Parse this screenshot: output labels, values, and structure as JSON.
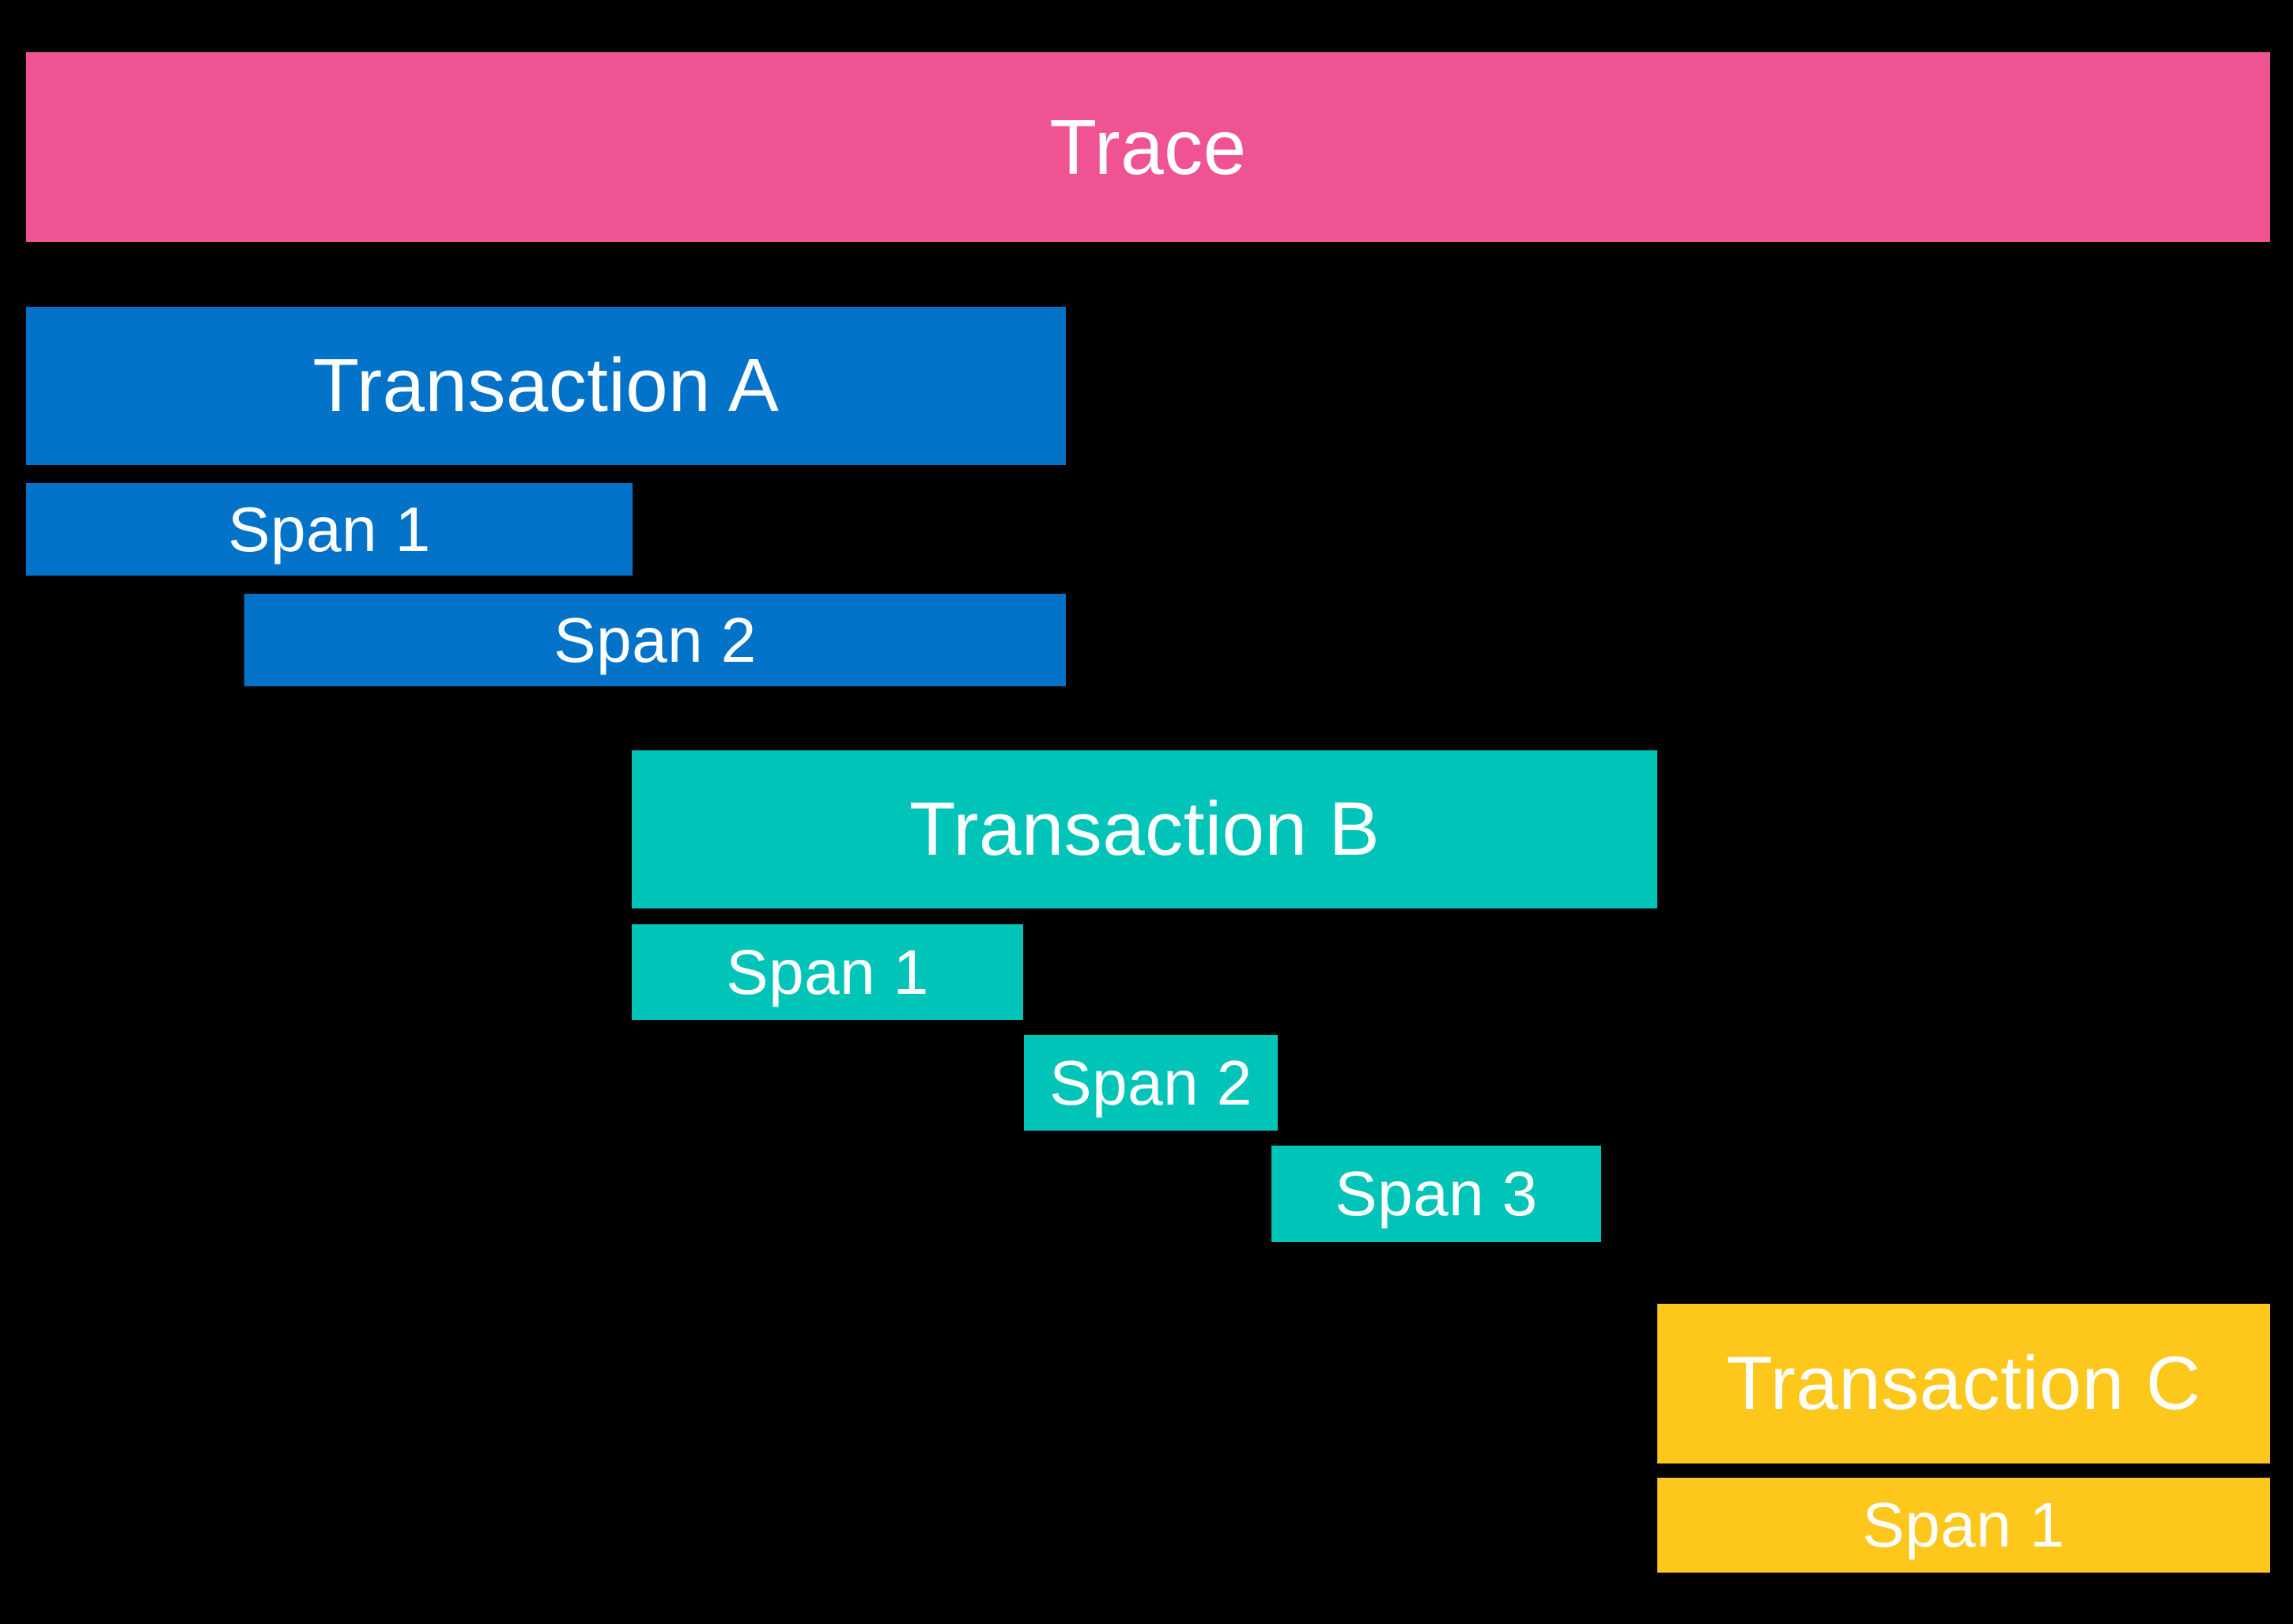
{
  "diagram": {
    "title": "Trace",
    "background_color": "#000000",
    "text_color": "#FFFFFF",
    "colors": {
      "trace": "#EF5394",
      "transaction_a": "#0273C9",
      "transaction_b": "#00C4B8",
      "transaction_c": "#FDC71C"
    },
    "trace": {
      "label": "Trace",
      "color": "#EF5394"
    },
    "transactions": [
      {
        "label": "Transaction A",
        "color": "#0273C9",
        "spans": [
          {
            "label": "Span 1"
          },
          {
            "label": "Span 2"
          }
        ]
      },
      {
        "label": "Transaction B",
        "color": "#00C4B8",
        "spans": [
          {
            "label": "Span 1"
          },
          {
            "label": "Span 2"
          },
          {
            "label": "Span 3"
          }
        ]
      },
      {
        "label": "Transaction C",
        "color": "#FDC71C",
        "spans": [
          {
            "label": "Span 1"
          }
        ]
      }
    ]
  }
}
